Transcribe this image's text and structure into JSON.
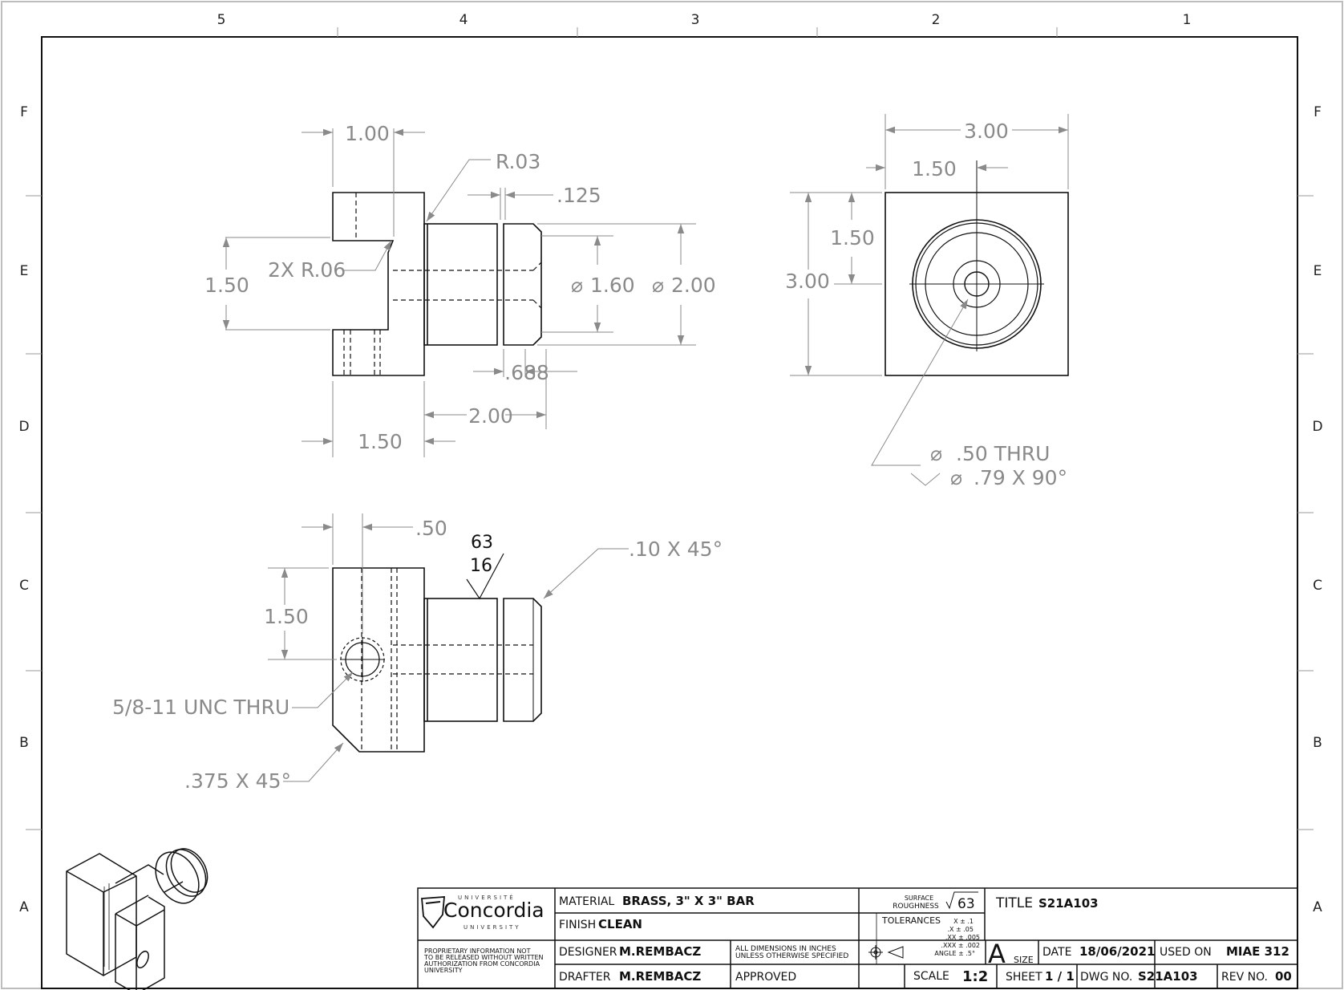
{
  "zones": {
    "columns": [
      "5",
      "4",
      "3",
      "2",
      "1"
    ],
    "rows": [
      "F",
      "E",
      "D",
      "C",
      "B",
      "A"
    ]
  },
  "front_view": {
    "dim_top_width": "1.00",
    "dim_fillet": "R.03",
    "dim_groove": ".125",
    "dim_slot_radius": "2X R.06",
    "dim_slot_height": "1.50",
    "dim_dia_small": "1.60",
    "dim_dia_large": "2.00",
    "dim_neck": ".688",
    "dim_shaft_length": "2.00",
    "dim_block_length": "1.50",
    "dia_symbol": "⌀"
  },
  "side_view": {
    "dim_width": "3.00",
    "dim_half_width": "1.50",
    "dim_half_height": "1.50",
    "dim_height": "3.00",
    "hole_callout_1": ".50 THRU",
    "hole_callout_2": ".79 X 90°"
  },
  "bottom_view": {
    "dim_offset": ".50",
    "roughness_top": "63",
    "roughness_bottom": "16",
    "dim_chamfer_end": ".10 X 45°",
    "dim_height": "1.50",
    "thread_callout": "5/8-11 UNC  THRU",
    "dim_chamfer_corner": ".375 X 45°"
  },
  "title_block": {
    "logo_text": "Concordia",
    "logo_top": "UNIVERSITÉ",
    "logo_bottom": "UNIVERSITY",
    "proprietary": [
      "PROPRIETARY INFORMATION NOT",
      "TO BE RELEASED WITHOUT WRITTEN",
      "AUTHORIZATION FROM CONCORDIA",
      "UNIVERSITY"
    ],
    "material_label": "MATERIAL",
    "material_value": "BRASS, 3\" X 3\" BAR",
    "finish_label": "FINISH",
    "finish_value": "CLEAN",
    "designer_label": "DESIGNER",
    "designer_value": "M.REMBACZ",
    "drafter_label": "DRAFTER",
    "drafter_value": "M.REMBACZ",
    "dims_note_1": "ALL DIMENSIONS IN INCHES",
    "dims_note_2": "UNLESS OTHERWISE SPECIFIED",
    "approved_label": "APPROVED",
    "surface_label_1": "SURFACE",
    "surface_label_2": "ROUGHNESS",
    "surface_value": "63",
    "tolerances_label": "TOLERANCES",
    "tolerances": [
      "X ± .1",
      ".X ± .05",
      ".XX ± .005",
      ".XXX ± .002",
      "ANGLE ± .5°"
    ],
    "title_label": "TITLE",
    "title_value": "S21A103",
    "size_value": "A",
    "size_label": "SIZE",
    "date_label": "DATE",
    "date_value": "18/06/2021",
    "used_on_label": "USED ON",
    "used_on_value": "MIAE 312",
    "scale_label": "SCALE",
    "scale_value": "1:2",
    "sheet_label": "SHEET",
    "sheet_value": "1 / 1",
    "dwg_label": "DWG NO.",
    "dwg_value": "S21A103",
    "rev_label": "REV NO.",
    "rev_value": "00"
  }
}
